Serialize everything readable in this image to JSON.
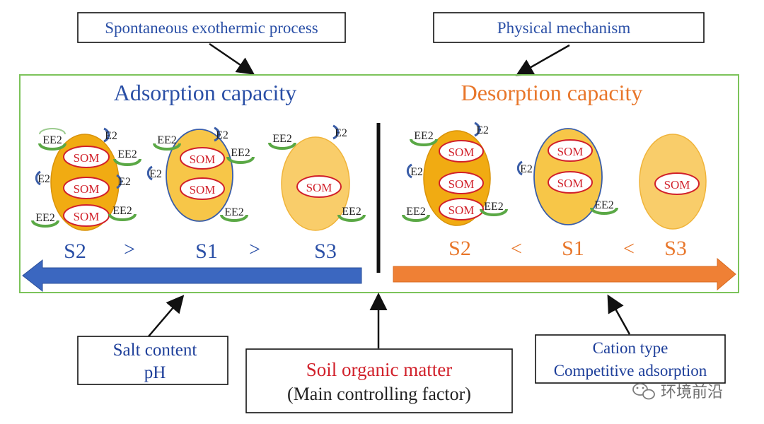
{
  "colors": {
    "blue": "#3b67c0",
    "blue_text": "#2a4fa6",
    "orange": "#ef8035",
    "orange_text": "#e8762a",
    "frame_green": "#7cc35a",
    "som_red": "#d1202a",
    "ee2_green": "#5aa845",
    "e2_blue": "#3b5ea8",
    "particle_dark": "#f1ab12",
    "particle_mid": "#f7c648",
    "particle_light": "#f9cd6a"
  },
  "top_left_box": "Spontaneous exothermic process",
  "top_right_box": "Physical mechanism",
  "adsorption": {
    "title": "Adsorption capacity",
    "order": [
      "S2",
      ">",
      "S1",
      ">",
      "S3"
    ]
  },
  "desorption": {
    "title": "Desorption capacity",
    "order": [
      "S2",
      "<",
      "S1",
      "<",
      "S3"
    ]
  },
  "labels": {
    "som": "SOM",
    "ee2": "EE2",
    "e2": "E2"
  },
  "bottom_left_box": {
    "line1": "Salt content",
    "line2": "pH"
  },
  "bottom_center_box": {
    "line1": "Soil organic matter",
    "line2": "(Main controlling factor)"
  },
  "bottom_right_box": {
    "line1": "Cation type",
    "line2": "Competitive adsorption"
  },
  "watermark": "环境前沿"
}
